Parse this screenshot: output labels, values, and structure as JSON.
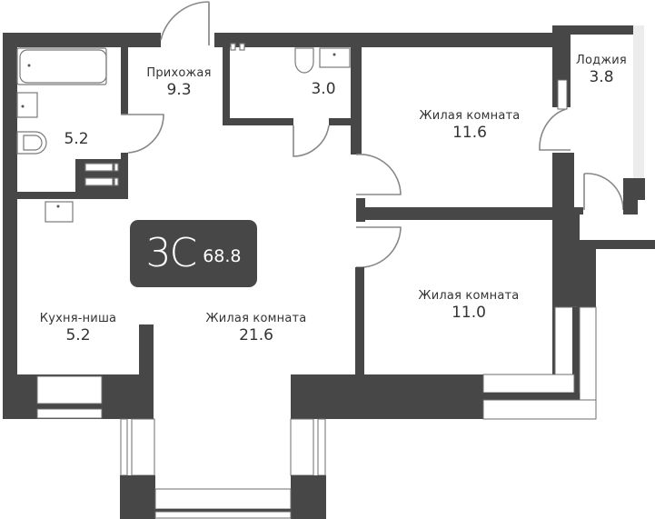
{
  "plan": {
    "apartment_type": "3С",
    "total_area": "68.8",
    "colors": {
      "wall": "#474747",
      "badge_bg": "#474747",
      "badge_text": "#ffffff",
      "label_text": "#333333"
    }
  },
  "rooms": [
    {
      "id": "bathroom",
      "name": "",
      "area": "5.2"
    },
    {
      "id": "hallway",
      "name": "Прихожая",
      "area": "9.3"
    },
    {
      "id": "toilet",
      "name": "",
      "area": "3.0"
    },
    {
      "id": "bedroom-1",
      "name": "Жилая комната",
      "area": "11.6"
    },
    {
      "id": "loggia",
      "name": "Лоджия",
      "area": "3.8"
    },
    {
      "id": "kitchen-niche",
      "name": "Кухня-ниша",
      "area": "5.2"
    },
    {
      "id": "living-room",
      "name": "Жилая комната",
      "area": "21.6"
    },
    {
      "id": "bedroom-2",
      "name": "Жилая комната",
      "area": "11.0"
    }
  ]
}
